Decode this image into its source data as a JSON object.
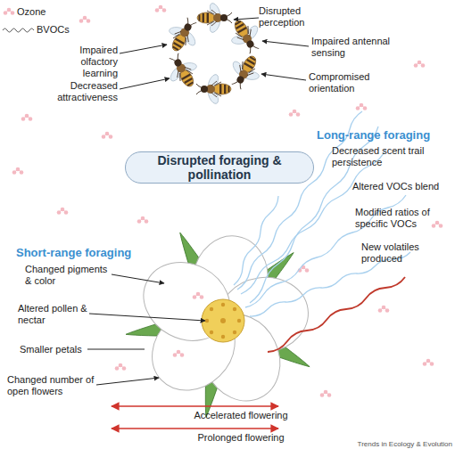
{
  "diagram": {
    "nodes": [
      {
        "text": [
          "Disrupted foraging & pollination"
        ]
      }
    ],
    "labels": [
      "Disrupted perception",
      "Impaired antennal sensing",
      "Compromised orientation",
      "Impaired olfactory learning",
      "Decreased attractiveness",
      "Long-range foraging",
      "Decreased scent trail persistence",
      "Altered VOCs blend",
      "Modified ratios of specific VOCs",
      "New volatiles produced",
      "Short-range foraging",
      "Changed pigments & color",
      "Altered pollen & nectar",
      "Smaller petals",
      "Changed number of open flowers",
      "Accelerated flowering",
      "Prolonged flowering",
      "Trends in Ecology & Evolution"
    ],
    "legend": [
      {
        "text": "Ozone"
      },
      {
        "text": "BVOCs"
      }
    ]
  }
}
